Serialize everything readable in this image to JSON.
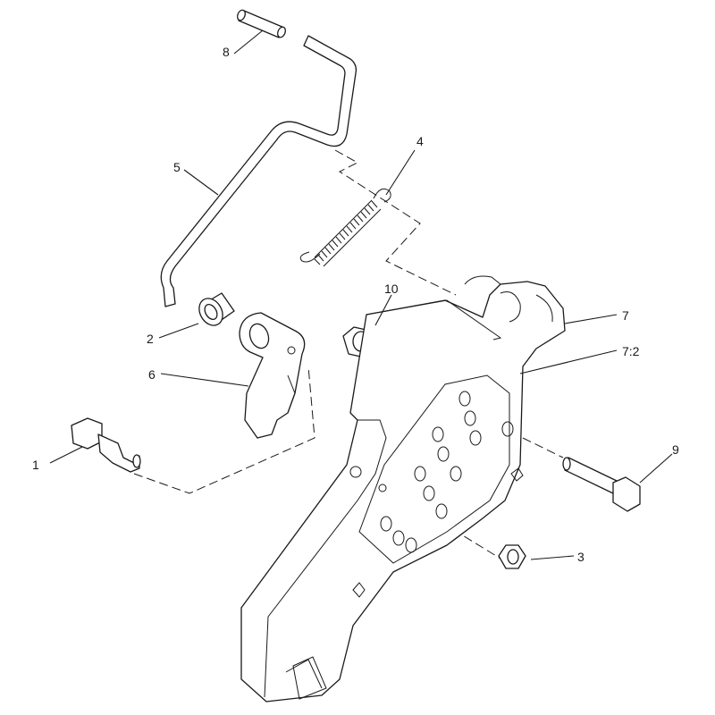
{
  "callouts": {
    "c1": "1",
    "c2": "2",
    "c3": "3",
    "c4": "4",
    "c5": "5",
    "c6": "6",
    "c7": "7",
    "c7_2": "7:2",
    "c8": "8",
    "c9": "9",
    "c10": "10"
  },
  "colors": {
    "line": "#1a1a1a",
    "background": "#ffffff"
  }
}
